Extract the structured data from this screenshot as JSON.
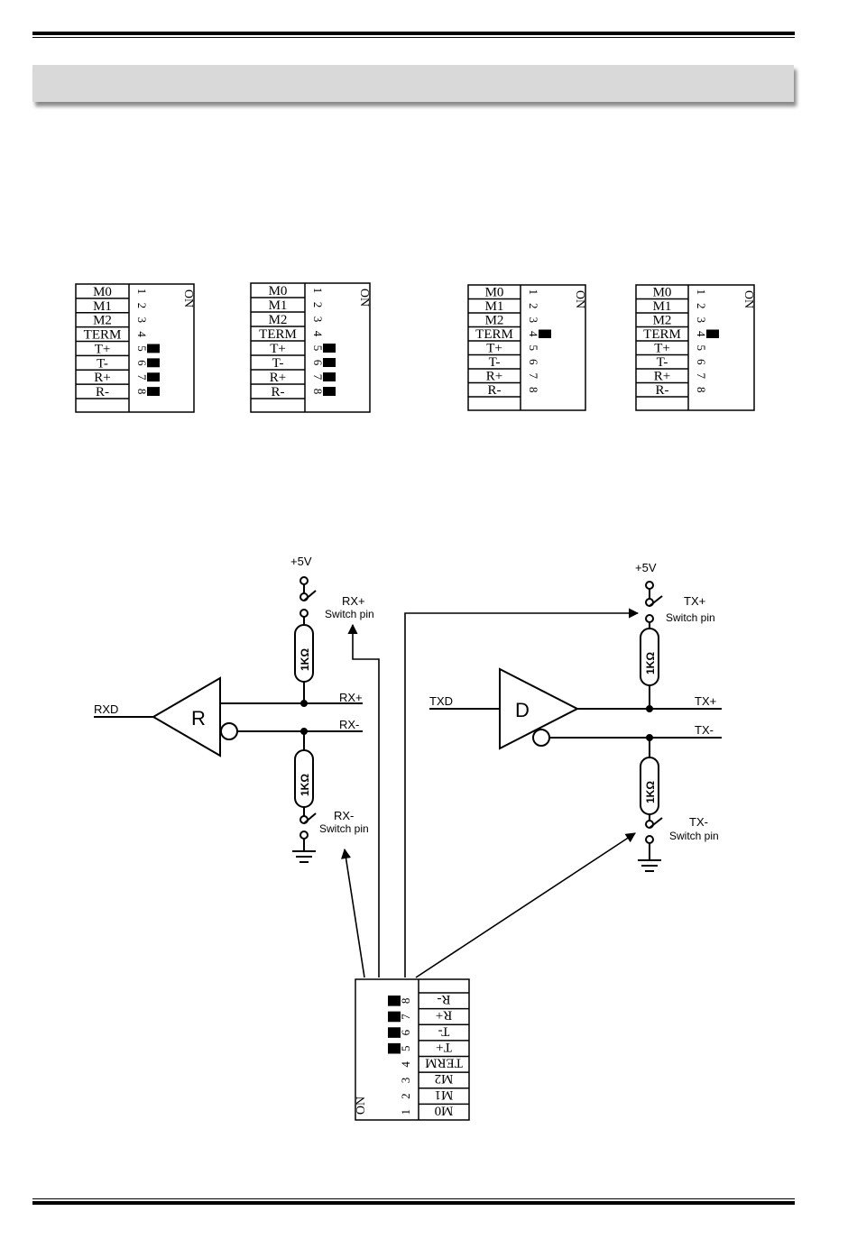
{
  "dip_switch": {
    "pin_labels": [
      "M0",
      "M1",
      "M2",
      "TERM",
      "T+",
      "T-",
      "R+",
      "R-"
    ],
    "pin_numbers": [
      "1",
      "2",
      "3",
      "4",
      "5",
      "6",
      "7",
      "8"
    ],
    "on_label": "ON"
  },
  "switch_configs": [
    {
      "on_pins": [
        5,
        6,
        7,
        8
      ]
    },
    {
      "on_pins": [
        5,
        6,
        7,
        8
      ]
    },
    {
      "on_pins": [
        4
      ]
    },
    {
      "on_pins": [
        4
      ]
    }
  ],
  "circuit": {
    "receiver": {
      "symbol": "R",
      "supply": "+5V",
      "resistor_top": "1KΩ",
      "resistor_bottom": "1KΩ",
      "input_signal": "RXD",
      "line_plus": "RX+",
      "line_minus": "RX-",
      "switch_plus_line1": "RX+",
      "switch_plus_line2": "Switch pin",
      "switch_minus_line1": "RX-",
      "switch_minus_line2": "Switch pin"
    },
    "driver": {
      "symbol": "D",
      "supply": "+5V",
      "resistor_top": "1KΩ",
      "resistor_bottom": "1KΩ",
      "input_signal": "TXD",
      "line_plus": "TX+",
      "line_minus": "TX-",
      "switch_plus_line1": "TX+",
      "switch_plus_line2": "Switch pin",
      "switch_minus_line1": "TX-",
      "switch_minus_line2": "Switch pin"
    },
    "bottom_switch": {
      "on_pins": [
        5,
        6,
        7,
        8
      ]
    }
  }
}
